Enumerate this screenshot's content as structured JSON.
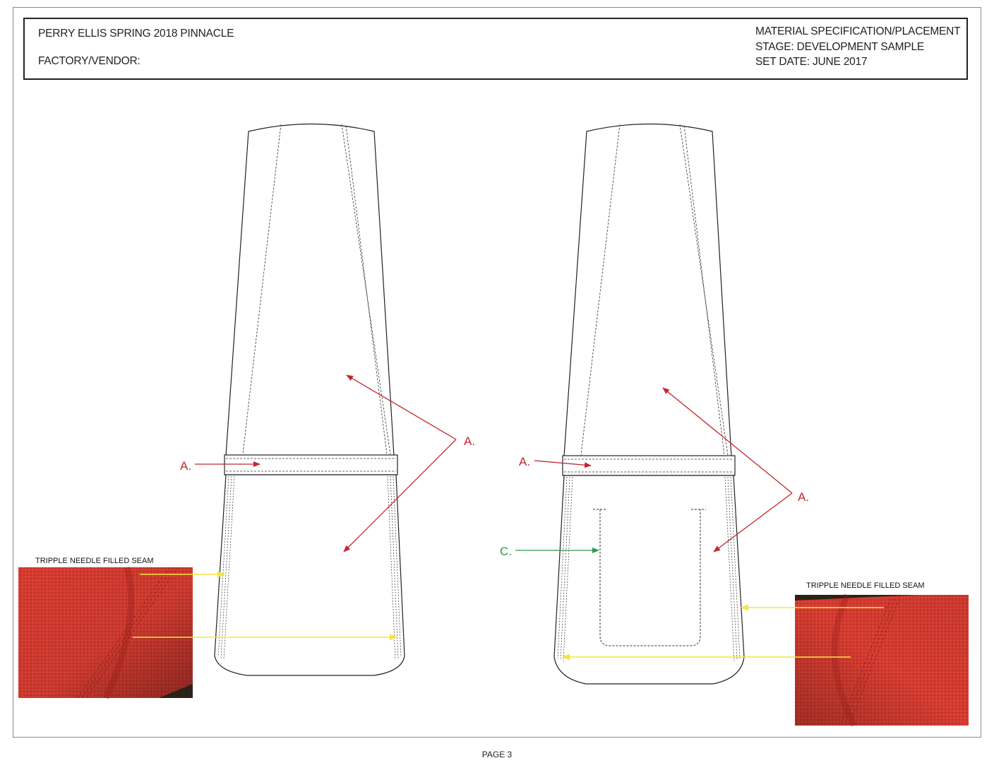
{
  "header": {
    "brand_title": "PERRY ELLIS SPRING 2018 PINNACLE",
    "factory_label": "FACTORY/VENDOR:",
    "spec_title": "MATERIAL SPECIFICATION/PLACEMENT",
    "stage": "STAGE: DEVELOPMENT SAMPLE",
    "set_date": "SET DATE: JUNE 2017"
  },
  "front_view": {
    "callout_band": "A.",
    "callout_panels": "A.",
    "swatch_label": "TRIPPLE NEEDLE FILLED SEAM"
  },
  "back_view": {
    "callout_band": "A.",
    "callout_panels": "A.",
    "callout_pocket": "C.",
    "swatch_label": "TRIPPLE NEEDLE FILLED SEAM"
  },
  "colors": {
    "callout_a": "#c0282d",
    "callout_c": "#2e9b4a",
    "seam_arrow": "#f5e63a",
    "fabric_red": "#d43a30"
  },
  "footer": {
    "page_label": "PAGE 3"
  }
}
